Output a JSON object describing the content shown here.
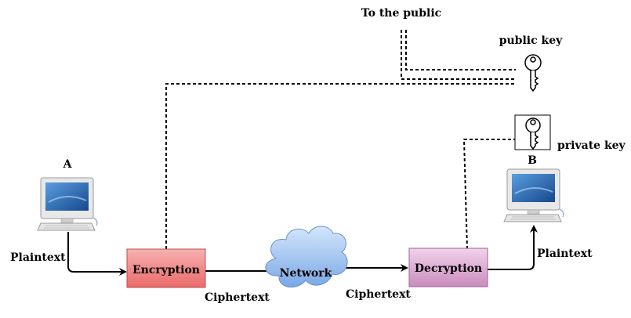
{
  "labels": {
    "to_public": "To the public",
    "public_key": "public key",
    "private_key": "private key",
    "computer_a": "A",
    "computer_b": "B",
    "plaintext_left": "Plaintext",
    "plaintext_right": "Plaintext",
    "ciphertext_left": "Ciphertext",
    "ciphertext_right": "Ciphertext"
  },
  "nodes": {
    "encryption": "Encryption",
    "network": "Network",
    "decryption": "Decryption"
  },
  "colors": {
    "encryption_fill": "#f08080",
    "decryption_fill": "#d8a0cc",
    "network_fill": "#9fc3f0",
    "monitor_screen": "#1f5fae"
  }
}
